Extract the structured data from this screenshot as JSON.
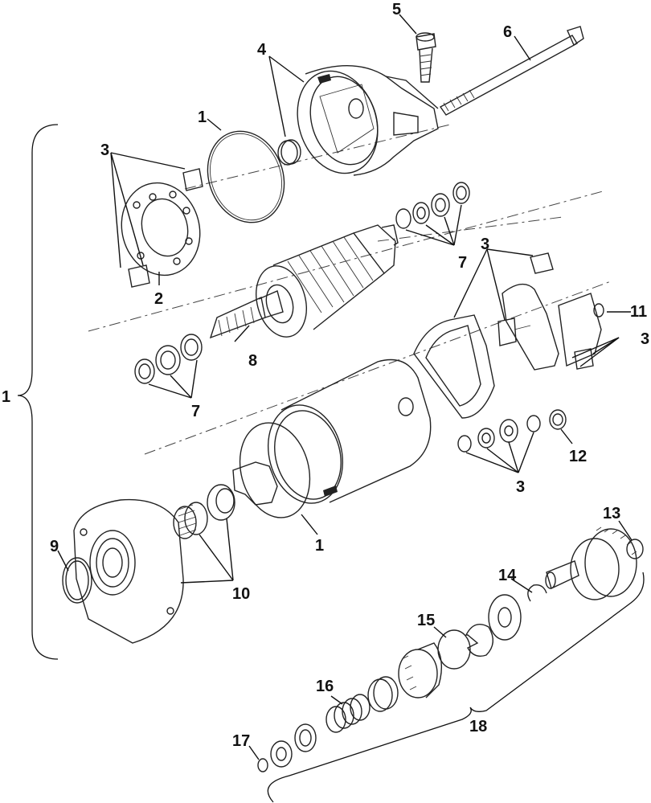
{
  "callouts": {
    "c1_top": "1",
    "c1_left": "1",
    "c1_bottom": "1",
    "c2": "2",
    "c3_topleft": "3",
    "c3_right_upper": "3",
    "c3_right": "3",
    "c3_bottom": "3",
    "c4": "4",
    "c5": "5",
    "c6": "6",
    "c7_upper": "7",
    "c7_lower": "7",
    "c8": "8",
    "c9": "9",
    "c10": "10",
    "c11": "11",
    "c12": "12",
    "c13": "13",
    "c14": "14",
    "c15": "15",
    "c16": "16",
    "c17": "17",
    "c18": "18"
  }
}
